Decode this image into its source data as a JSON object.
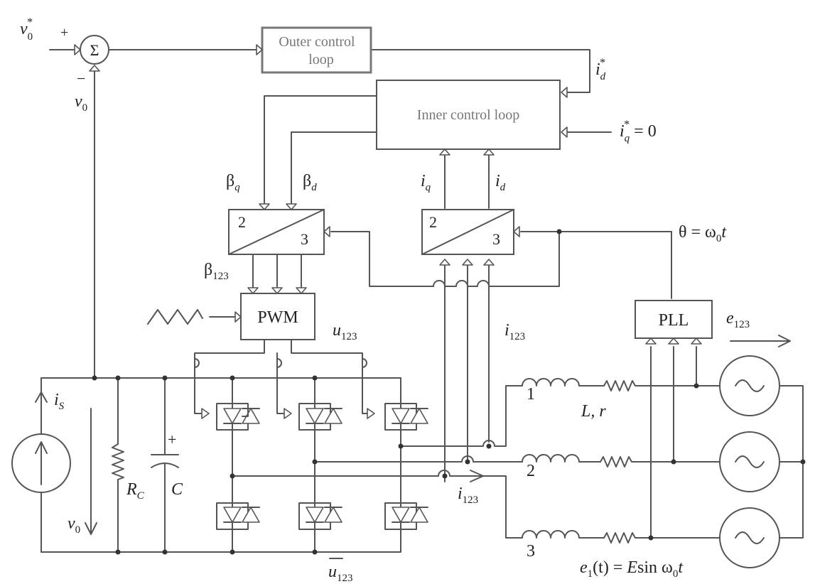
{
  "blocks": {
    "summer_symbol": "Σ",
    "outer_line1": "Outer control",
    "outer_line2": "loop",
    "inner": "Inner control loop",
    "pwm": "PWM",
    "pll": "PLL",
    "conv_left_2": "2",
    "conv_left_3": "3",
    "conv_right_2": "2",
    "conv_right_3": "3"
  },
  "signs": {
    "plus": "+",
    "minus": "−",
    "cap_plus": "+"
  },
  "labels": {
    "v0_ref": {
      "base": "v",
      "sub": "0",
      "sup": "*"
    },
    "v0_fb": {
      "base": "v",
      "sub": "0"
    },
    "id_ref": {
      "base": "i",
      "sub": "d",
      "sup": "*"
    },
    "iq_ref": {
      "base": "i",
      "sub": "q",
      "sup": "*",
      "tail": " = 0"
    },
    "beta_q": {
      "base": "β",
      "sub": "q"
    },
    "beta_d": {
      "base": "β",
      "sub": "d"
    },
    "iq": {
      "base": "i",
      "sub": "q"
    },
    "id": {
      "base": "i",
      "sub": "d"
    },
    "beta123": {
      "base": "β",
      "sub": "123"
    },
    "theta": "θ = ω",
    "theta_sub": "0",
    "theta_tail": "t",
    "u123": {
      "base": "u",
      "sub": "123"
    },
    "i123_top": {
      "base": "i",
      "sub": "123"
    },
    "e123": {
      "base": "e",
      "sub": "123"
    },
    "i_s": {
      "base": "i",
      "sub": "S"
    },
    "v0_dc": {
      "base": "v",
      "sub": "0"
    },
    "rc": {
      "base": "R",
      "sub": "C"
    },
    "c": "C",
    "phase1": "1",
    "phase2": "2",
    "phase3": "3",
    "lr": "L, r",
    "i123_bottom": {
      "base": "i",
      "sub": "123"
    },
    "u123_bar": {
      "base": "u",
      "sub": "123"
    },
    "e1": {
      "a": "e",
      "b": "1",
      "c": "(t) = ",
      "d": "E",
      "e": "sin ω",
      "f": "0",
      "g": "t"
    }
  }
}
